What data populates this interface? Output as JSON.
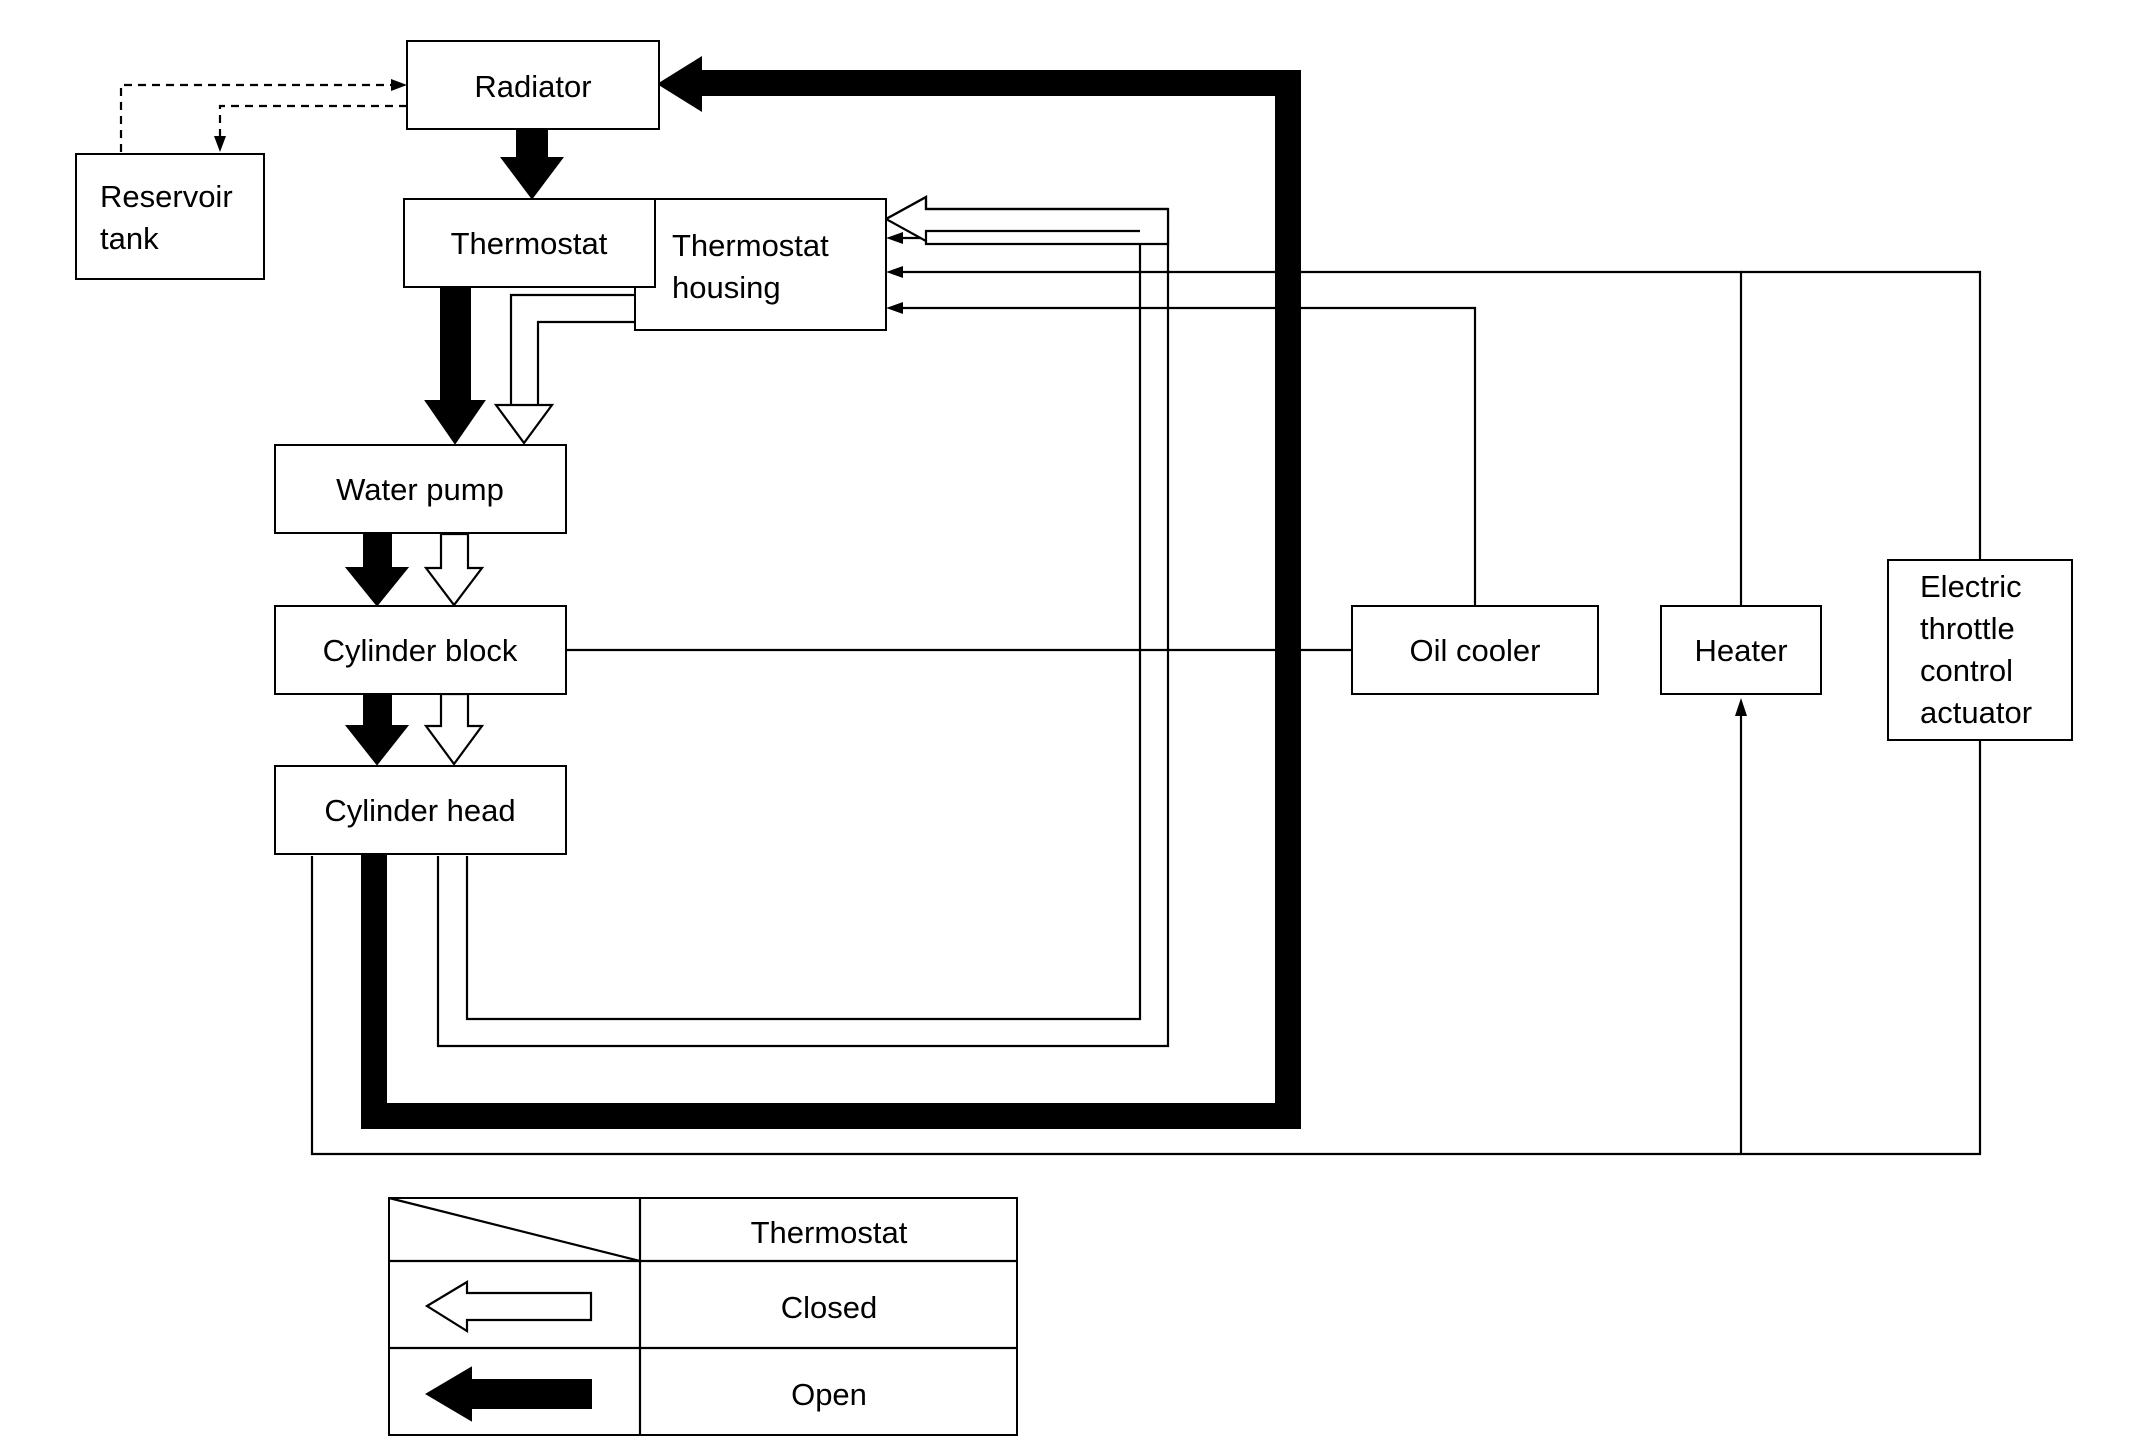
{
  "components": {
    "radiator": "Radiator",
    "reservoir_tank": [
      "Reservoir",
      "tank"
    ],
    "thermostat": "Thermostat",
    "thermostat_housing": [
      "Thermostat",
      "housing"
    ],
    "water_pump": "Water pump",
    "cylinder_block": "Cylinder block",
    "cylinder_head": "Cylinder head",
    "oil_cooler": "Oil cooler",
    "heater": "Heater",
    "electric_throttle_control_actuator": [
      "Electric",
      "throttle",
      "control",
      "actuator"
    ]
  },
  "legend": {
    "header": "Thermostat",
    "rows": [
      {
        "arrow": "hollow-arrow-icon",
        "label": "Closed"
      },
      {
        "arrow": "solid-arrow-icon",
        "label": "Open"
      }
    ]
  }
}
